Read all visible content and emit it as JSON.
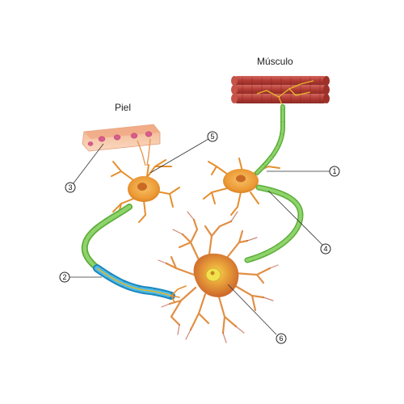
{
  "labels": {
    "skin": "Piel",
    "muscle": "Músculo"
  },
  "callouts": [
    {
      "number": "1"
    },
    {
      "number": "2"
    },
    {
      "number": "3"
    },
    {
      "number": "4"
    },
    {
      "number": "5"
    },
    {
      "number": "6"
    }
  ],
  "colors": {
    "neuron_body": "#F0A23C",
    "neuron_dark": "#D8791F",
    "myelin_green": "#6CC04A",
    "myelin_blue": "#2E9FD1",
    "muscle": "#B8403A",
    "skin": "#F6C9A8",
    "skin_nuclei": "#D85C8C"
  }
}
